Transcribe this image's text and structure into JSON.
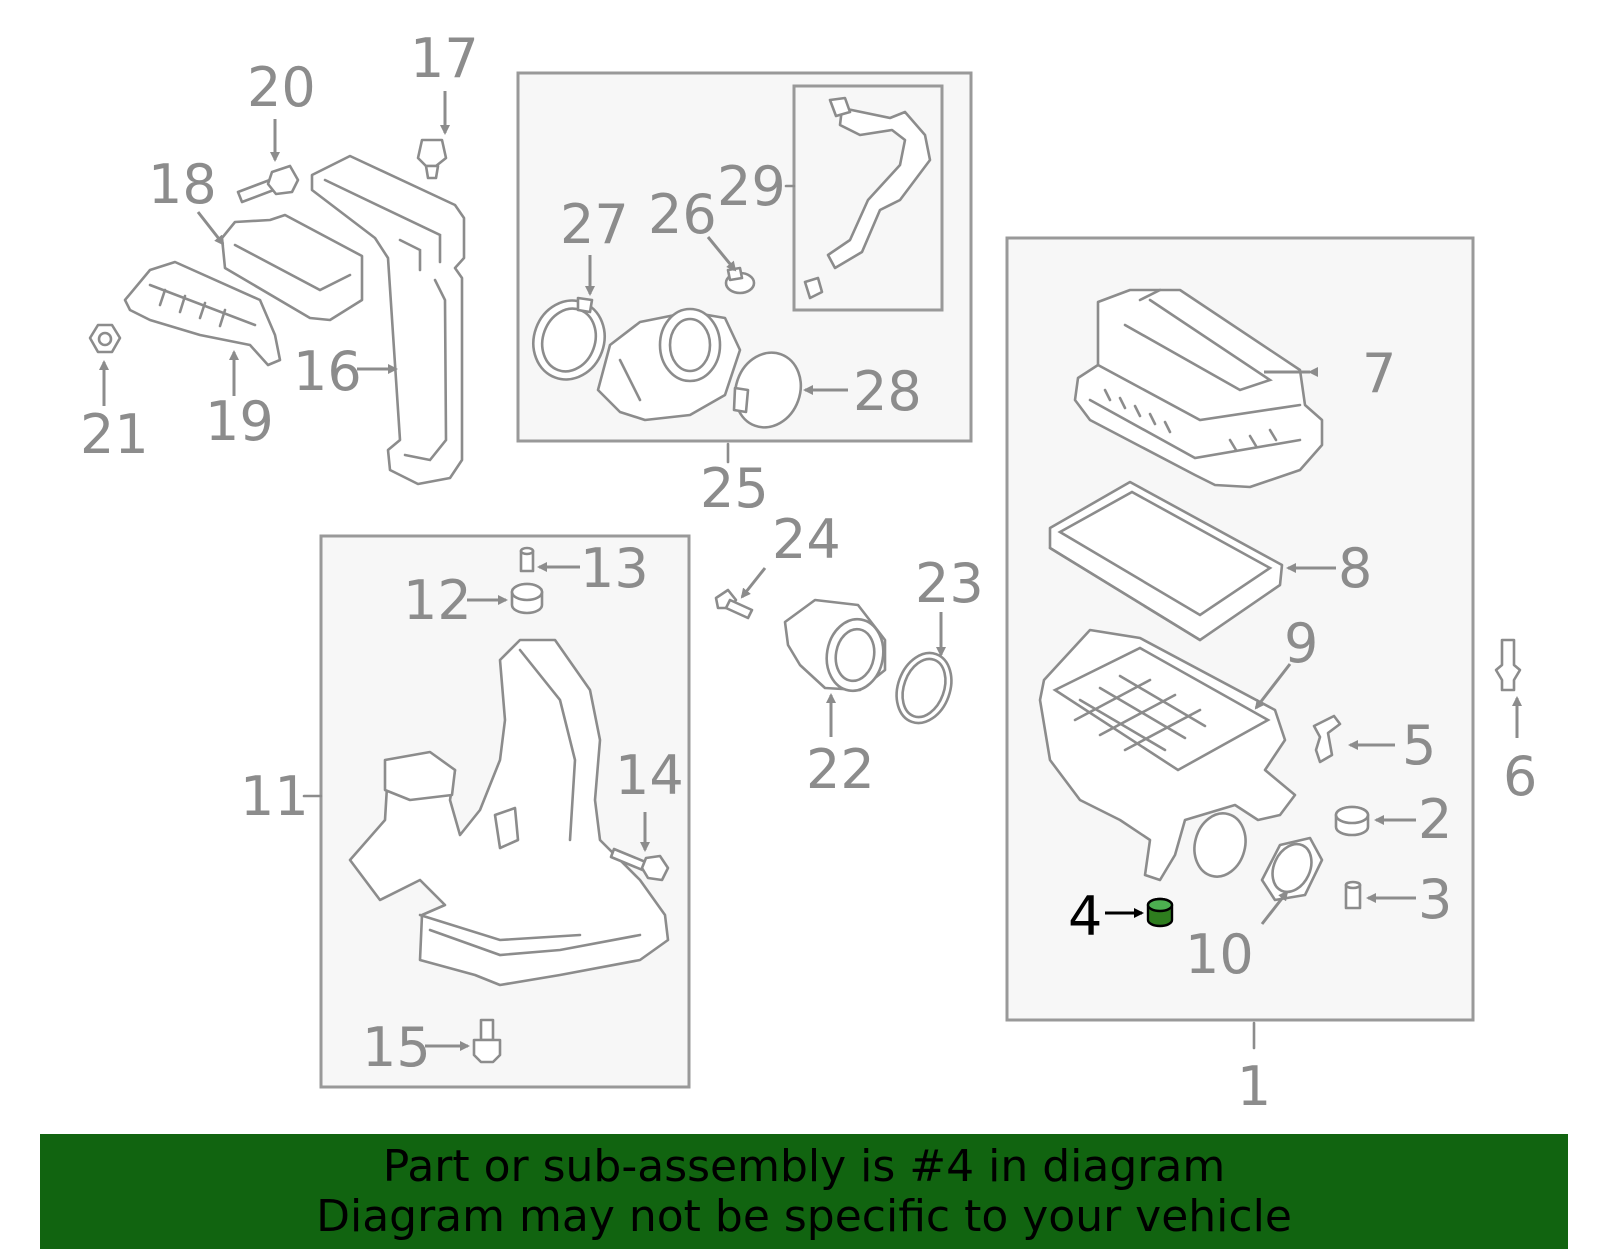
{
  "diagram": {
    "highlight_color": "#2e7d1e",
    "labels": {
      "l1": "1",
      "l2": "2",
      "l3": "3",
      "l4": "4",
      "l5": "5",
      "l6": "6",
      "l7": "7",
      "l8": "8",
      "l9": "9",
      "l10": "10",
      "l11": "11",
      "l12": "12",
      "l13": "13",
      "l14": "14",
      "l15": "15",
      "l16": "16",
      "l17": "17",
      "l18": "18",
      "l19": "19",
      "l20": "20",
      "l21": "21",
      "l22": "22",
      "l23": "23",
      "l24": "24",
      "l25": "25",
      "l26": "26",
      "l27": "27",
      "l28": "28",
      "l29": "29"
    }
  },
  "banner": {
    "line1": "Part or sub-assembly is #4 in diagram",
    "line2": "Diagram may not be specific to your vehicle",
    "background": "#116410"
  }
}
